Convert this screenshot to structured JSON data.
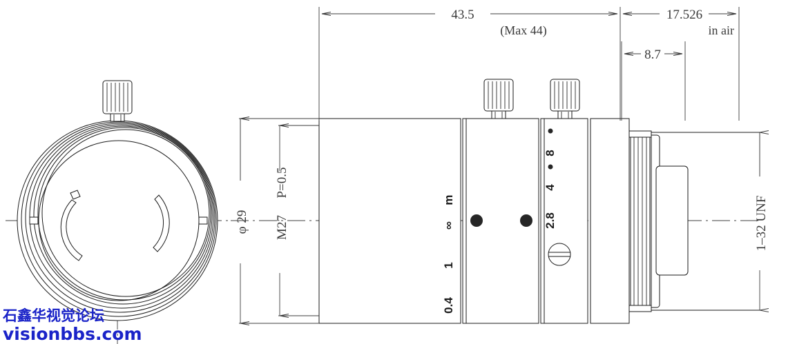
{
  "document": {
    "type": "engineering-drawing",
    "subject": "CCTV machine vision lens outline dimension drawing",
    "views": [
      "front-view",
      "side-section-view"
    ],
    "background_color": "#ffffff",
    "line_color": "#1a1a1a"
  },
  "dimensions": {
    "overall_length": {
      "label": "43.5",
      "note": "(Max 44)",
      "orientation": "horizontal",
      "position": "top-left"
    },
    "back_length": {
      "label": "17.526",
      "note": "in air",
      "orientation": "horizontal",
      "position": "top-right"
    },
    "mount_length": {
      "label": "8.7",
      "orientation": "horizontal",
      "position": "top-right-inner"
    },
    "outer_diameter": {
      "label": "φ 29",
      "orientation": "vertical",
      "position": "left"
    },
    "filter_thread": {
      "label": "M27",
      "pitch": "P=0.5",
      "orientation": "vertical",
      "position": "left-inner"
    },
    "mount_thread": {
      "label": "1–32 UNF",
      "orientation": "vertical",
      "position": "right"
    }
  },
  "focus_ring": {
    "name": "focus-distance-scale",
    "unit_label": "m",
    "marks": [
      "m",
      "∞",
      "1",
      "0.4"
    ]
  },
  "aperture_ring": {
    "name": "aperture-f-stop-scale",
    "marks": [
      "8",
      "4",
      "2.8"
    ],
    "dot_count": 2
  },
  "hardware": {
    "front_lock_screw": "knurled-thumb-screw",
    "focus_lock_screw": "knurled-thumb-screw",
    "aperture_lock_screw": "knurled-thumb-screw",
    "slotted_screw": "slotted-set-screw",
    "index_dots": 2
  },
  "watermark": {
    "chinese": "石鑫华视觉论坛",
    "english": "visionbbs.com",
    "color": "#1a23c8"
  }
}
